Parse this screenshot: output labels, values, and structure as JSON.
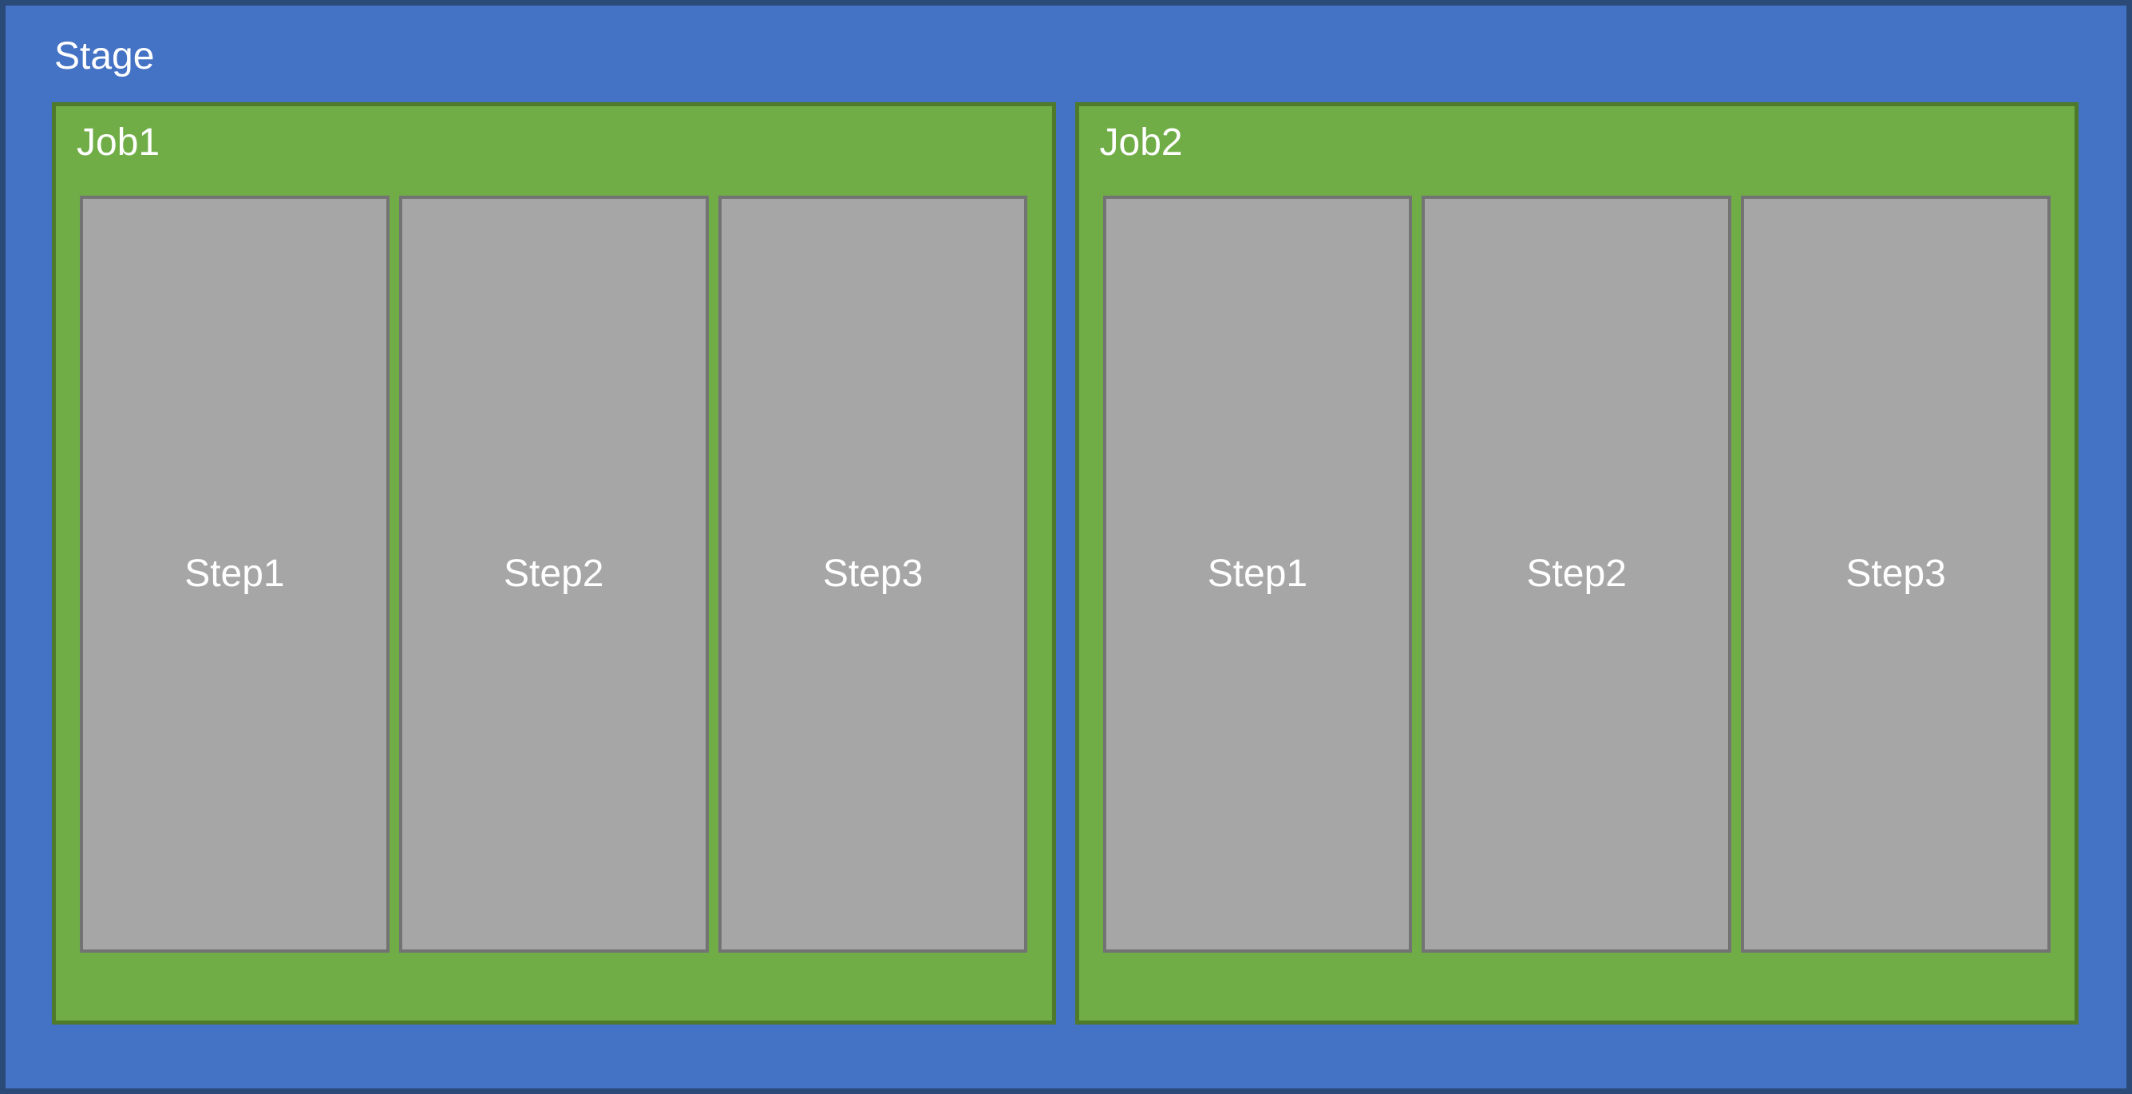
{
  "stage": {
    "label": "Stage"
  },
  "jobs": [
    {
      "label": "Job1",
      "steps": [
        {
          "label": "Step1"
        },
        {
          "label": "Step2"
        },
        {
          "label": "Step3"
        }
      ]
    },
    {
      "label": "Job2",
      "steps": [
        {
          "label": "Step1"
        },
        {
          "label": "Step2"
        },
        {
          "label": "Step3"
        }
      ]
    }
  ],
  "colors": {
    "stage_fill": "#4472C4",
    "stage_border": "#2C4A78",
    "job_fill": "#70AD47",
    "job_border": "#4F7A2B",
    "step_fill": "#A6A6A6",
    "step_border": "#737373",
    "label_text": "#FFFFFF"
  }
}
